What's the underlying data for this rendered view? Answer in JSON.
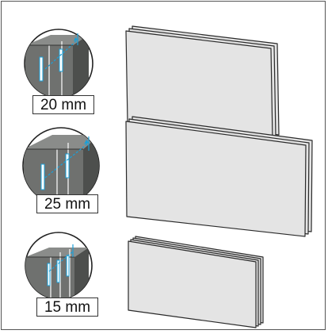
{
  "variants": [
    {
      "id": "thin",
      "thickness_label": "20 mm"
    },
    {
      "id": "large",
      "thickness_label": "25 mm"
    },
    {
      "id": "thin-small",
      "thickness_label": "15 mm"
    }
  ],
  "colors": {
    "panel_fill": "#e4e4e4",
    "panel_edge": "#2a2a2a",
    "corner_fill": "#6f716f",
    "corner_dark": "#4d4f4d",
    "dimension": "#1aa0d8",
    "outline": "#222222"
  }
}
